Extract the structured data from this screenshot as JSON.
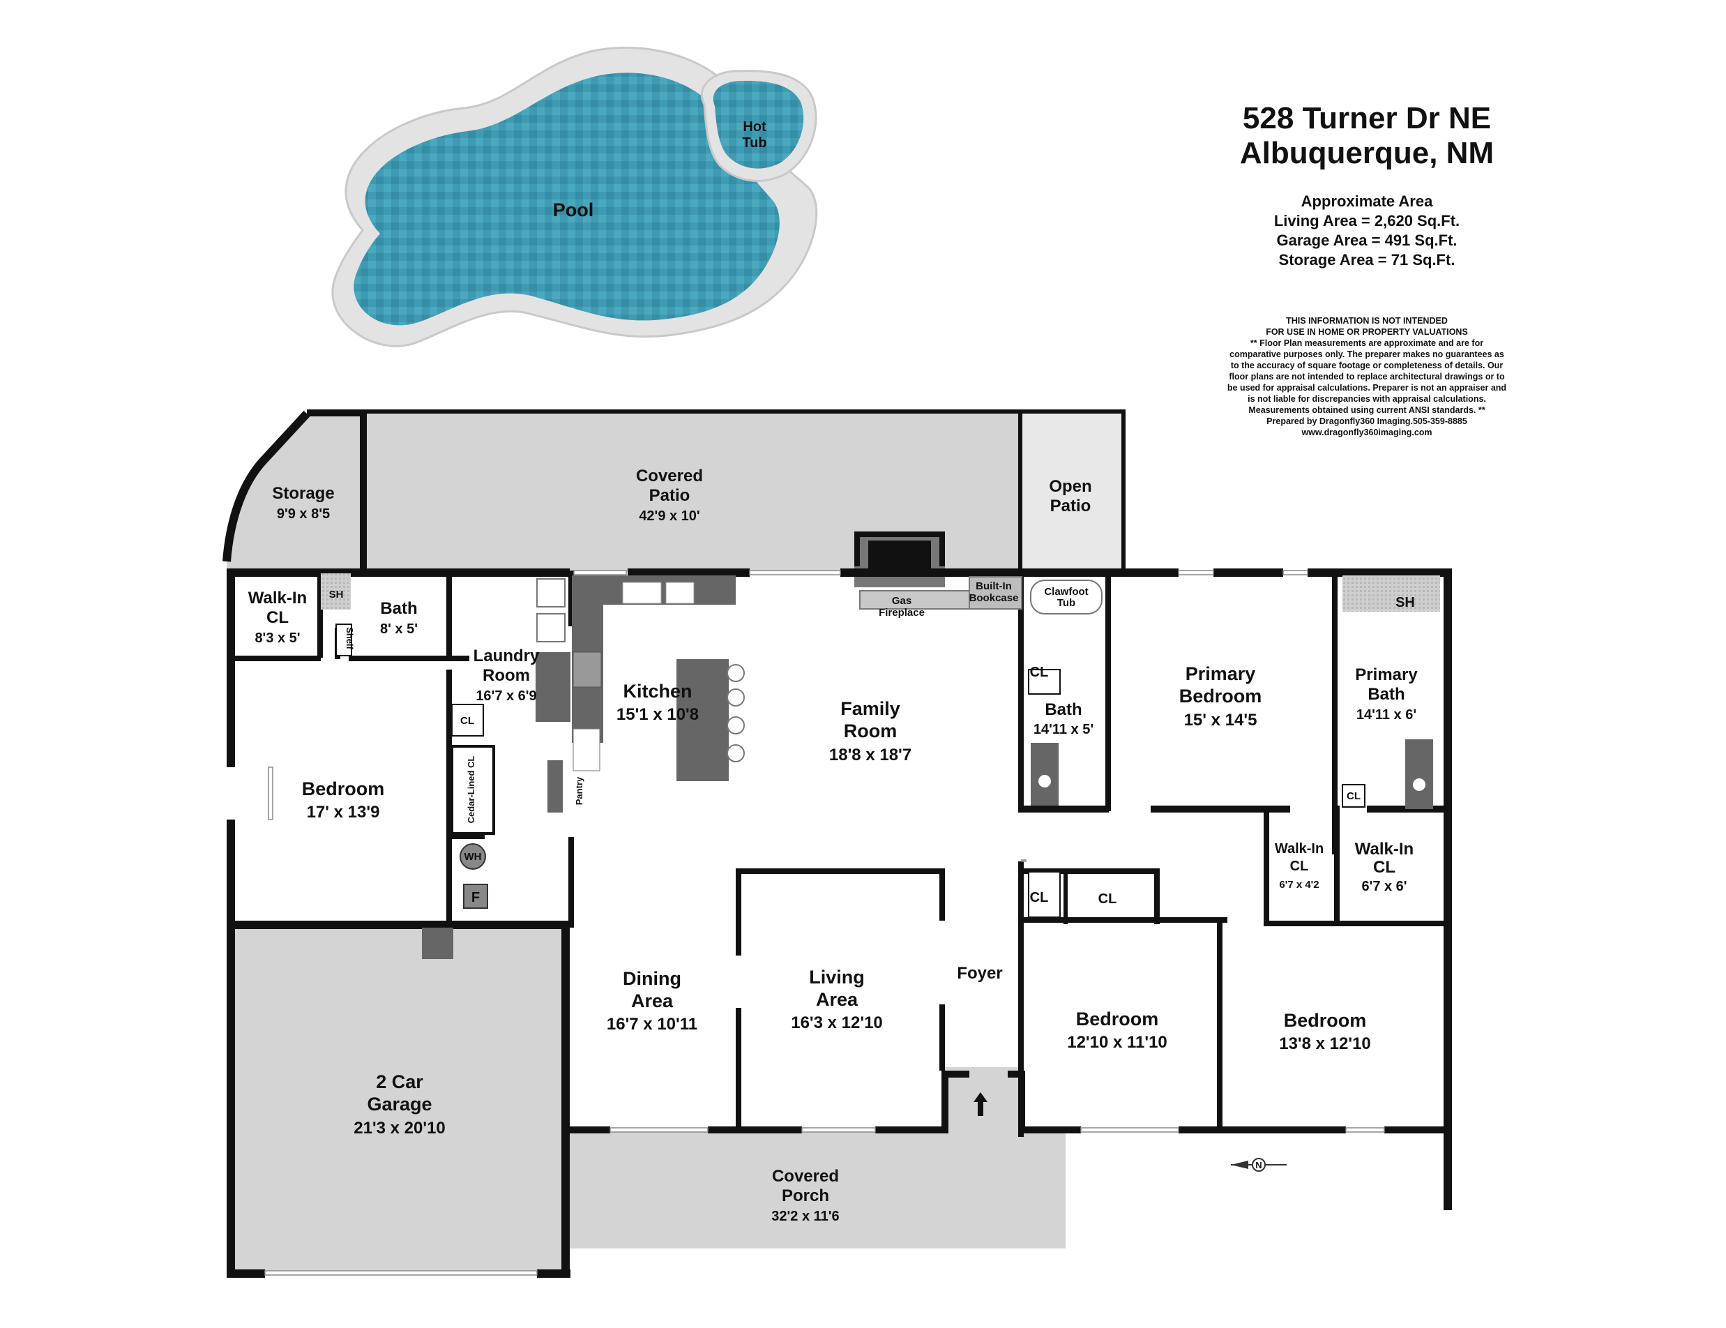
{
  "header": {
    "address_line1": "528 Turner Dr NE",
    "address_line2": "Albuquerque, NM",
    "area_title": "Approximate Area",
    "living_area": "Living Area = 2,620 Sq.Ft.",
    "garage_area": "Garage Area = 491 Sq.Ft.",
    "storage_area": "Storage Area = 71 Sq.Ft."
  },
  "disclaimer": [
    "THIS INFORMATION IS NOT INTENDED",
    "FOR USE IN HOME OR PROPERTY VALUATIONS",
    "** Floor Plan measurements are approximate and are for",
    "comparative purposes only. The preparer makes no guarantees as",
    "to the accuracy of square footage or completeness of details. Our",
    "floor plans are not intended to replace architectural drawings or to",
    "be used for appraisal calculations. Preparer is not an appraiser and",
    "is not liable for discrepancies with appraisal calculations.",
    "Measurements obtained using current ANSI standards. **",
    "Prepared by Dragonfly360 Imaging.505-359-8885",
    "www.dragonfly360imaging.com"
  ],
  "outdoor": {
    "pool": "Pool",
    "hot_tub_1": "Hot",
    "hot_tub_2": "Tub"
  },
  "rooms": {
    "storage": {
      "name": "Storage",
      "dims": "9'9 x 8'5"
    },
    "covered_patio": {
      "name1": "Covered",
      "name2": "Patio",
      "dims": "42'9 x 10'"
    },
    "open_patio": {
      "name1": "Open",
      "name2": "Patio"
    },
    "walk_in_cl_west": {
      "name1": "Walk-In",
      "name2": "CL",
      "dims": "8'3 x 5'"
    },
    "sh_west": "SH",
    "shelf": "Shelf",
    "bath_west": {
      "name": "Bath",
      "dims": "8' x 5'"
    },
    "laundry": {
      "name1": "Laundry",
      "name2": "Room",
      "dims": "16'7 x 6'9"
    },
    "kitchen": {
      "name": "Kitchen",
      "dims": "15'1 x 10'8"
    },
    "family": {
      "name1": "Family",
      "name2": "Room",
      "dims": "18'8 x 18'7"
    },
    "gas_fireplace": {
      "line1": "Gas",
      "line2": "Fireplace"
    },
    "bookcase": {
      "line1": "Built-In",
      "line2": "Bookcase"
    },
    "clawfoot": {
      "line1": "Clawfoot",
      "line2": "Tub"
    },
    "bath_mid": {
      "name": "Bath",
      "dims": "14'11 x 5'"
    },
    "cl_bath": "CL",
    "primary_bed": {
      "name1": "Primary",
      "name2": "Bedroom",
      "dims": "15' x 14'5"
    },
    "sh_primary": "SH",
    "primary_bath": {
      "name1": "Primary",
      "name2": "Bath",
      "dims": "14'11 x 6'"
    },
    "cl_primary_bath": "CL",
    "bedroom_west": {
      "name": "Bedroom",
      "dims": "17' x 13'9"
    },
    "cl_laundry": "CL",
    "cedar_cl": "Cedar-Lined CL",
    "pantry": "Pantry",
    "wh": "WH",
    "furnace": "F",
    "walk_in_cl_small": {
      "name1": "Walk-In",
      "name2": "CL",
      "dims": "6'7 x 4'2"
    },
    "walk_in_cl_east": {
      "name1": "Walk-In",
      "name2": "CL",
      "dims": "6'7 x 6'"
    },
    "cl_foyer_1": "CL",
    "cl_foyer_2": "CL",
    "foyer": "Foyer",
    "dining": {
      "name1": "Dining",
      "name2": "Area",
      "dims": "16'7 x 10'11"
    },
    "living": {
      "name1": "Living",
      "name2": "Area",
      "dims": "16'3 x 12'10"
    },
    "bedroom_mid": {
      "name": "Bedroom",
      "dims": "12'10 x 11'10"
    },
    "bedroom_east": {
      "name": "Bedroom",
      "dims": "13'8 x 12'10"
    },
    "garage": {
      "name1": "2 Car",
      "name2": "Garage",
      "dims": "21'3 x 20'10"
    },
    "covered_porch": {
      "name1": "Covered",
      "name2": "Porch",
      "dims": "32'2 x 11'6"
    }
  },
  "compass": "N",
  "colors": {
    "wall": "#111111",
    "outdoor_floor": "#d4d4d4",
    "pool_water": "#3f9bb3",
    "pool_deck": "#e0e0e0",
    "fixture": "#555555"
  }
}
